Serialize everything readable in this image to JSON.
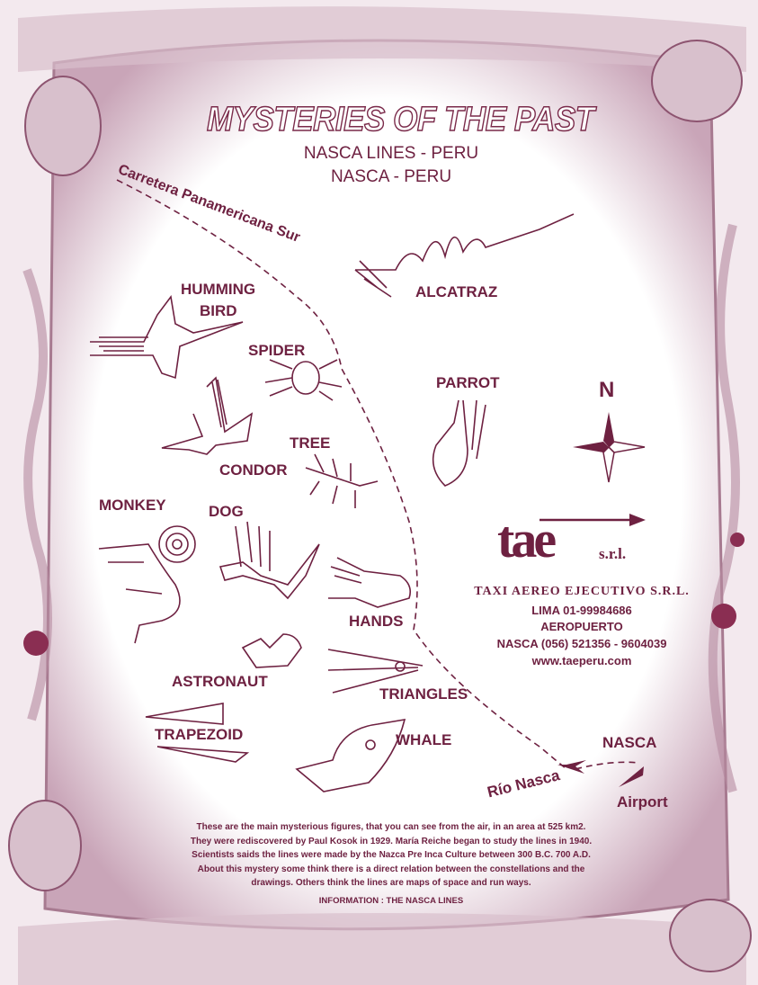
{
  "map": {
    "title": "MYSTERIES OF THE PAST",
    "subtitle_line1": "NASCA LINES - PERU",
    "subtitle_line2": "NASCA - PERU",
    "road_label": "Carretera Panamericana Sur",
    "figures": {
      "humming": "HUMMING",
      "bird": "BIRD",
      "spider": "SPIDER",
      "alcatraz": "ALCATRAZ",
      "parrot": "PARROT",
      "condor": "CONDOR",
      "tree": "TREE",
      "monkey": "MONKEY",
      "dog": "DOG",
      "hands": "HANDS",
      "astronaut": "ASTRONAUT",
      "triangles": "TRIANGLES",
      "trapezoid": "TRAPEZOID",
      "whale": "WHALE"
    },
    "places": {
      "nasca": "NASCA",
      "rio_nasca": "Río Nasca",
      "airport": "Airport"
    },
    "compass_label": "N"
  },
  "company": {
    "logo_text": "tae",
    "logo_suffix": "s.r.l.",
    "name": "TAXI AEREO EJECUTIVO S.R.L.",
    "lima": "LIMA 01-99984686",
    "airport": "AEROPUERTO",
    "nasca_phone": "NASCA (056) 521356 - 9604039",
    "website": "www.taeperu.com"
  },
  "info": {
    "line1": "These are the main mysterious figures, that you can see from the air, in an area at 525 km2.",
    "line2": "They were rediscovered by Paul Kosok in 1929. María Reiche began to study the lines in 1940.",
    "line3": "Scientists saids the lines were made by the Nazca Pre Inca Culture between 300 B.C. 700 A.D.",
    "line4": "About this mystery some think there is a direct relation between the constellations and the",
    "line5": "drawings. Others think the lines are maps of space and run ways.",
    "footer": "INFORMATION : THE NASCA LINES"
  },
  "colors": {
    "ink": "#6e2141",
    "parchment_shadow": "#b58aa0"
  }
}
